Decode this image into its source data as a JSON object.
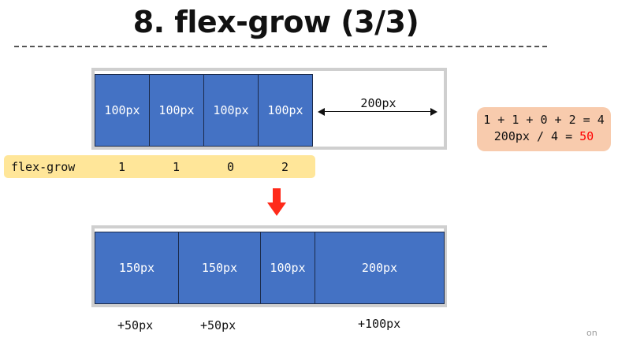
{
  "title": "8. flex-grow (3/3)",
  "top_row": {
    "items": [
      "100px",
      "100px",
      "100px",
      "100px"
    ],
    "free_space": "200px"
  },
  "flex_grow": {
    "label": "flex-grow",
    "values": [
      "1",
      "1",
      "0",
      "2"
    ]
  },
  "calculation": {
    "line1": "1 + 1 + 0 + 2 = 4",
    "line2_prefix": "200px / 4 = ",
    "line2_result": "50"
  },
  "bottom_row": {
    "items": [
      "150px",
      "150px",
      "100px",
      "200px"
    ],
    "extra": [
      "+50px",
      "+50px",
      "+100px"
    ]
  },
  "watermark": "on",
  "colors": {
    "box": "#4472c4",
    "grow_bar": "#ffe699",
    "calc_box": "#f8cbad",
    "arrow": "#ff2a1a",
    "highlight": "#ff0000"
  }
}
